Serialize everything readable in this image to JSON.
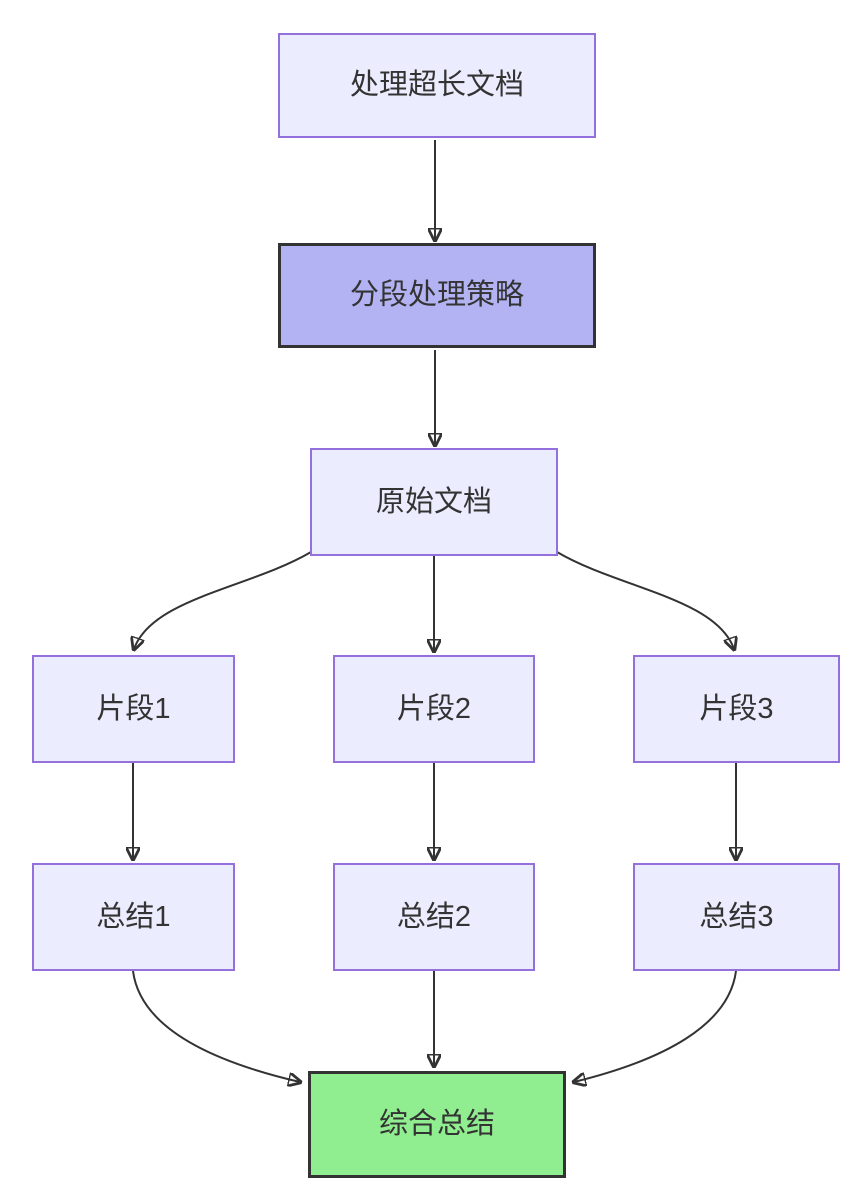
{
  "diagram": {
    "type": "flowchart",
    "direction": "top-down",
    "nodes": [
      {
        "id": "A",
        "label": "处理超长文档",
        "style": "default"
      },
      {
        "id": "B",
        "label": "分段处理策略",
        "style": "emphasis-purple"
      },
      {
        "id": "C",
        "label": "原始文档",
        "style": "default"
      },
      {
        "id": "D",
        "label": "片段1",
        "style": "default"
      },
      {
        "id": "E",
        "label": "片段2",
        "style": "default"
      },
      {
        "id": "F",
        "label": "片段3",
        "style": "default"
      },
      {
        "id": "G",
        "label": "总结1",
        "style": "default"
      },
      {
        "id": "H",
        "label": "总结2",
        "style": "default"
      },
      {
        "id": "I",
        "label": "总结3",
        "style": "default"
      },
      {
        "id": "J",
        "label": "综合总结",
        "style": "emphasis-green"
      }
    ],
    "edges": [
      {
        "from": "A",
        "to": "B"
      },
      {
        "from": "B",
        "to": "C"
      },
      {
        "from": "C",
        "to": "D"
      },
      {
        "from": "C",
        "to": "E"
      },
      {
        "from": "C",
        "to": "F"
      },
      {
        "from": "D",
        "to": "G"
      },
      {
        "from": "E",
        "to": "H"
      },
      {
        "from": "F",
        "to": "I"
      },
      {
        "from": "G",
        "to": "J"
      },
      {
        "from": "H",
        "to": "J"
      },
      {
        "from": "I",
        "to": "J"
      }
    ],
    "colors": {
      "node_fill": "#ececff",
      "node_border": "#9370db",
      "emphasis_purple_fill": "#b3b3f3",
      "emphasis_green_fill": "#90ee90",
      "emphasis_border": "#333333",
      "edge": "#333333",
      "text": "#333333",
      "background": "#ffffff"
    }
  }
}
